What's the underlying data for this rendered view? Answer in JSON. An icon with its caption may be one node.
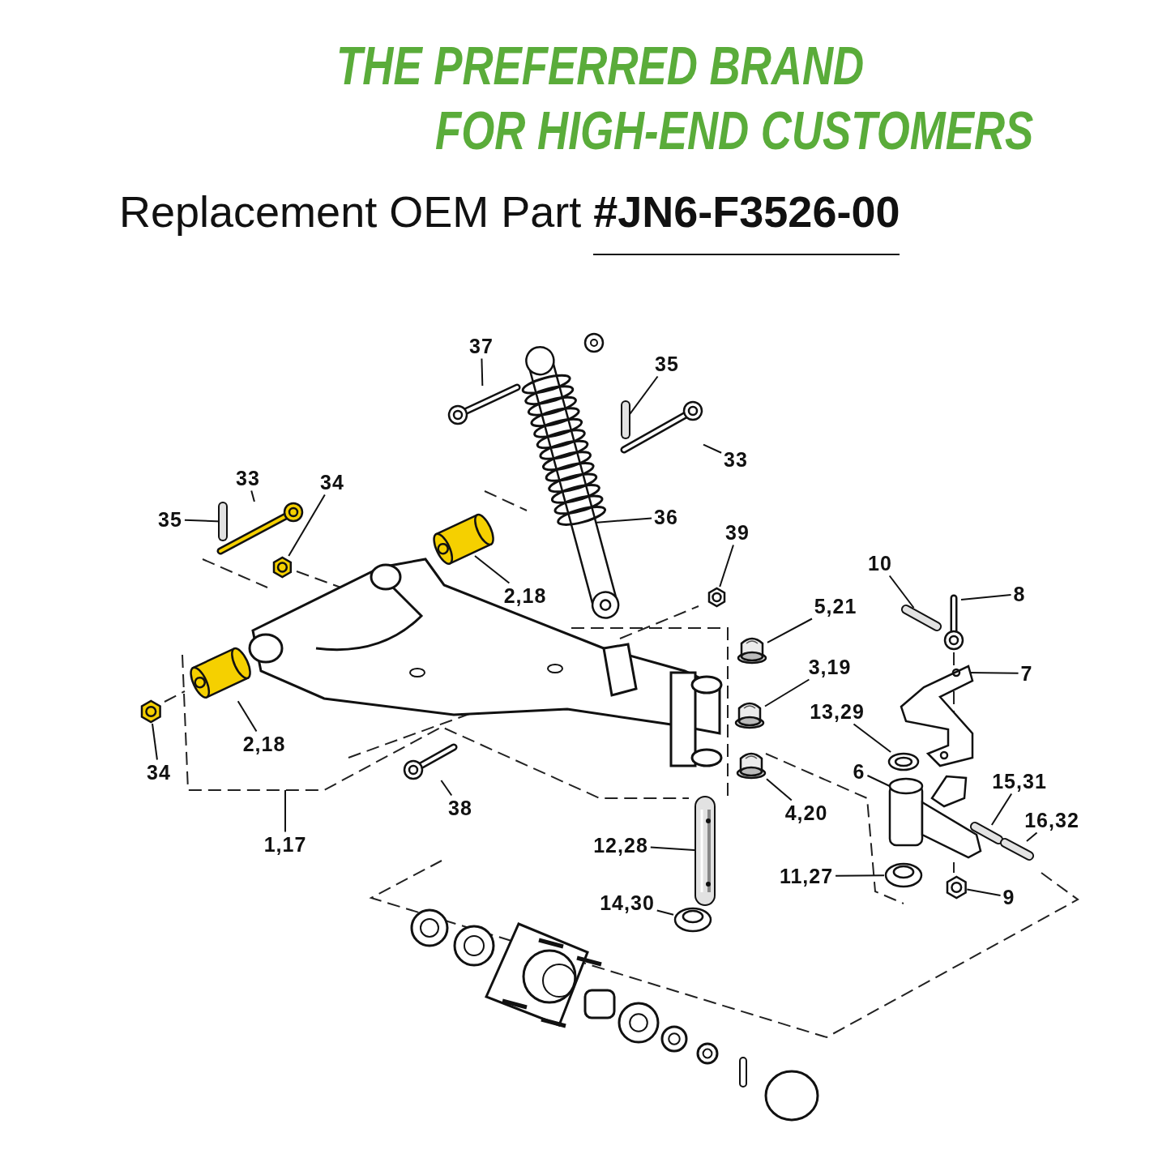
{
  "diagram": {
    "title": "Replacement OEM Part  **#JN6-F3526-00**",
    "nodes": [
      {
        "text": [
          "37"
        ]
      },
      {
        "text": [],
        "shape": "picture"
      },
      {
        "text": [
          "35"
        ]
      },
      {
        "text": [],
        "shape": "picture"
      },
      {
        "text": [
          "33"
        ]
      },
      {
        "text": [],
        "shape": "picture"
      },
      {
        "text": [
          "36"
        ]
      },
      {
        "text": [],
        "shape": "picture"
      },
      {
        "text": [
          "33"
        ]
      },
      {
        "text": [],
        "shape": "picture"
      },
      {
        "text": [
          "34"
        ]
      },
      {
        "text": [],
        "shape": "picture"
      },
      {
        "text": [
          "35"
        ]
      },
      {
        "text": [],
        "shape": "picture"
      },
      {
        "text": [
          "2,18"
        ]
      },
      {
        "text": [],
        "shape": "picture"
      },
      {
        "text": [
          "39"
        ]
      },
      {
        "text": [],
        "shape": "picture"
      },
      {
        "text": [
          "10"
        ]
      },
      {
        "text": [],
        "shape": "picture"
      },
      {
        "text": [
          "8"
        ]
      },
      {
        "text": [],
        "shape": "picture"
      },
      {
        "text": [
          "5,21"
        ]
      },
      {
        "text": [],
        "shape": "picture"
      },
      {
        "text": [
          "7"
        ]
      },
      {
        "text": [],
        "shape": "picture"
      },
      {
        "text": [
          "3,19"
        ]
      },
      {
        "text": [],
        "shape": "picture"
      },
      {
        "text": [
          "13,29"
        ]
      },
      {
        "text": [],
        "shape": "picture"
      },
      {
        "text": [
          "2,18"
        ]
      },
      {
        "text": [],
        "shape": "picture"
      },
      {
        "text": [
          "34"
        ]
      },
      {
        "text": [],
        "shape": "picture"
      },
      {
        "text": [
          "6"
        ]
      },
      {
        "text": [],
        "shape": "picture"
      },
      {
        "text": [
          "15,31"
        ]
      },
      {
        "text": [],
        "shape": "picture"
      },
      {
        "text": [
          "16,32"
        ]
      },
      {
        "text": [],
        "shape": "picture"
      },
      {
        "text": [
          "4,20"
        ]
      },
      {
        "text": [],
        "shape": "picture"
      },
      {
        "text": [
          "38"
        ]
      },
      {
        "text": [],
        "shape": "picture"
      },
      {
        "text": [
          "1,17"
        ]
      },
      {
        "text": [
          "12,28"
        ]
      },
      {
        "text": [],
        "shape": "picture"
      },
      {
        "text": [
          "11,27"
        ]
      },
      {
        "text": [],
        "shape": "picture"
      },
      {
        "text": [
          "9"
        ]
      },
      {
        "text": [],
        "shape": "picture"
      },
      {
        "text": [
          "14,30"
        ]
      },
      {
        "text": [],
        "shape": "picture"
      }
    ],
    "edges": [
      {
        "from": 0,
        "to": 1,
        "arrow": "none"
      },
      {
        "from": 2,
        "to": 3,
        "arrow": "none"
      },
      {
        "from": 4,
        "to": 5,
        "arrow": "none"
      },
      {
        "from": 6,
        "to": 7,
        "arrow": "none"
      },
      {
        "from": 8,
        "to": 9,
        "arrow": "none"
      },
      {
        "from": 10,
        "to": 11,
        "arrow": "none"
      },
      {
        "from": 12,
        "to": 13,
        "arrow": "none"
      },
      {
        "from": 14,
        "to": 15,
        "arrow": "none"
      },
      {
        "from": 16,
        "to": 17,
        "arrow": "none"
      },
      {
        "from": 18,
        "to": 19,
        "arrow": "none"
      },
      {
        "from": 20,
        "to": 21,
        "arrow": "none"
      },
      {
        "from": 22,
        "to": 23,
        "arrow": "none"
      },
      {
        "from": 24,
        "to": 25,
        "arrow": "none"
      },
      {
        "from": 26,
        "to": 27,
        "arrow": "none"
      },
      {
        "from": 28,
        "to": 29,
        "arrow": "none"
      },
      {
        "from": 30,
        "to": 31,
        "arrow": "none"
      },
      {
        "from": 32,
        "to": 33,
        "arrow": "none"
      },
      {
        "from": 34,
        "to": 35,
        "arrow": "none"
      },
      {
        "from": 36,
        "to": 37,
        "arrow": "none"
      },
      {
        "from": 38,
        "to": 39,
        "arrow": "none"
      },
      {
        "from": 40,
        "to": 41,
        "arrow": "none"
      },
      {
        "from": 42,
        "to": 43,
        "arrow": "none"
      },
      {
        "from": 44,
        "to": null,
        "arrow": "none"
      },
      {
        "from": 45,
        "to": 46,
        "arrow": "none"
      },
      {
        "from": 47,
        "to": 48,
        "arrow": "none"
      },
      {
        "from": 49,
        "to": 50,
        "arrow": "none"
      },
      {
        "from": 51,
        "to": 52,
        "arrow": "none"
      }
    ],
    "labels": [
      "THE PREFERRED BRAND",
      "FOR HIGH-END CUSTOMERS"
    ]
  }
}
